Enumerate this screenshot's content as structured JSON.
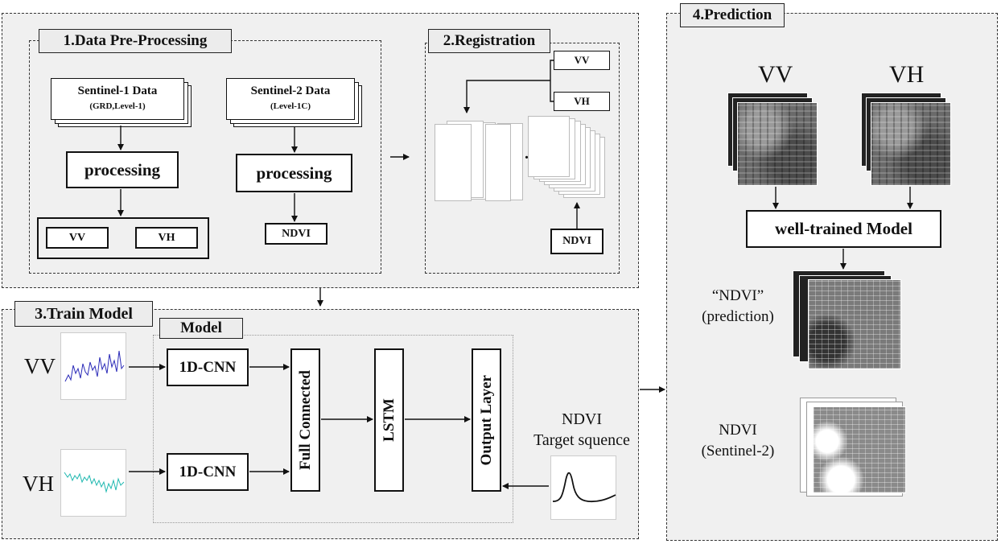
{
  "sections": {
    "preprocessing": "1.Data Pre-Processing",
    "registration": "2.Registration",
    "train": "3.Train Model",
    "prediction": "4.Prediction"
  },
  "preprocessing": {
    "s1_title": "Sentinel-1 Data",
    "s1_sub": "(GRD,Level-1)",
    "s2_title": "Sentinel-2 Data",
    "s2_sub": "(Level-1C)",
    "processing": "processing",
    "vv": "VV",
    "vh": "VH",
    "ndvi": "NDVI"
  },
  "registration": {
    "vv": "VV",
    "vh": "VH",
    "ellipsis": "...",
    "ndvi": "NDVI"
  },
  "train": {
    "model": "Model",
    "vv_label": "VV",
    "vh_label": "VH",
    "cnn1": "1D-CNN",
    "cnn2": "1D-CNN",
    "full_connected": "Full Connected",
    "lstm": "LSTM",
    "output_layer": "Output Layer",
    "target_line1": "NDVI",
    "target_line2": "Target squence"
  },
  "prediction": {
    "vv": "VV",
    "vh": "VH",
    "model": "well-trained Model",
    "pred_line1": "“NDVI”",
    "pred_line2": "(prediction)",
    "s2_line1": "NDVI",
    "s2_line2": "(Sentinel-2)"
  },
  "colors": {
    "vv_series": "#2a2ab8",
    "vh_series": "#1fb8b0",
    "panel": "#f0f0f0"
  }
}
